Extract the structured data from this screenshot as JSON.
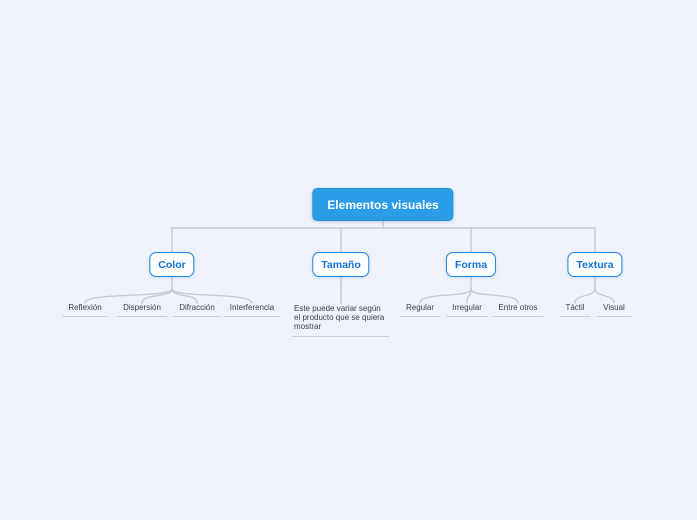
{
  "canvas": {
    "background": "#eff2fb",
    "accent_blue": "#2b9de8",
    "node_border_blue": "#1e86e0",
    "node_text_blue": "#1173d9",
    "leaf_text": "#3a4150",
    "connector": "#c3c9d4",
    "underline": "#c9ced9"
  },
  "mindmap": {
    "root": {
      "label": "Elementos visuales"
    },
    "branches": [
      {
        "label": "Color",
        "leaves": [
          "Reflexión",
          "Dispersión",
          "Difracción",
          "Interferencia"
        ]
      },
      {
        "label": "Tamaño",
        "leaves": [
          "Este puede variar según\nel producto que se quiera\nmostrar"
        ]
      },
      {
        "label": "Forma",
        "leaves": [
          "Regular",
          "Irregular",
          "Entre otros"
        ]
      },
      {
        "label": "Textura",
        "leaves": [
          "Táctil",
          "Visual"
        ]
      }
    ]
  }
}
